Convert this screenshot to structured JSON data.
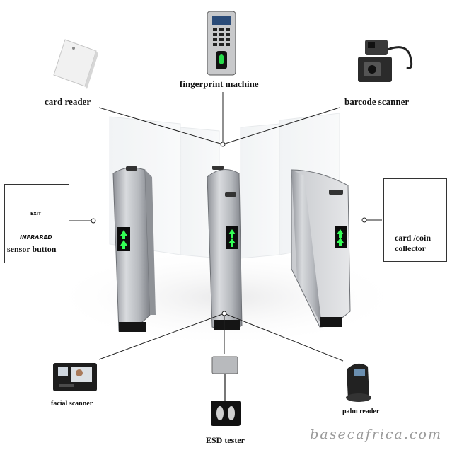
{
  "labels": {
    "fingerprint": "fingerprint machine",
    "card_reader": "card reader",
    "barcode": "barcode scanner",
    "sensor_small": "INFRARED",
    "sensor": "sensor button",
    "exit": "EXIT",
    "card_coin_1": "card /coin",
    "card_coin_2": "collector",
    "facial": "facial scanner",
    "esd": "ESD tester",
    "palm": "palm reader"
  },
  "watermark": "basecafrica.com",
  "colors": {
    "steel": "#b9bcc1",
    "arrow": "#33ff55",
    "line": "#222222"
  }
}
